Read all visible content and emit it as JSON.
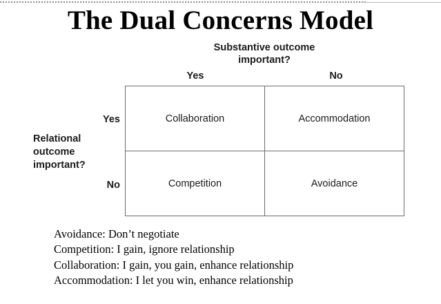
{
  "title": "The Dual Concerns Model",
  "axes": {
    "column_header": "Substantive outcome important?",
    "column_header_line1": "Substantive outcome",
    "column_header_line2": "important?",
    "row_header": "Relational outcome important?",
    "row_header_line1": "Relational",
    "row_header_line2": "outcome",
    "row_header_line3": "important?",
    "column_labels": [
      "Yes",
      "No"
    ],
    "row_labels": [
      "Yes",
      "No"
    ]
  },
  "matrix": {
    "rows": [
      {
        "label": "Yes",
        "cells": [
          "Collaboration",
          "Accommodation"
        ]
      },
      {
        "label": "No",
        "cells": [
          "Competition",
          "Avoidance"
        ]
      }
    ]
  },
  "legend": [
    "Avoidance: Don’t negotiate",
    "Competition: I gain, ignore relationship",
    "Collaboration: I gain, you gain, enhance relationship",
    "Accommodation: I let you win, enhance relationship"
  ],
  "colors": {
    "background": "#ffffff",
    "text": "#000000",
    "cell_text": "#1a1a1a",
    "border": "#6b6b6b",
    "top_rule": "#8a8a8a"
  }
}
